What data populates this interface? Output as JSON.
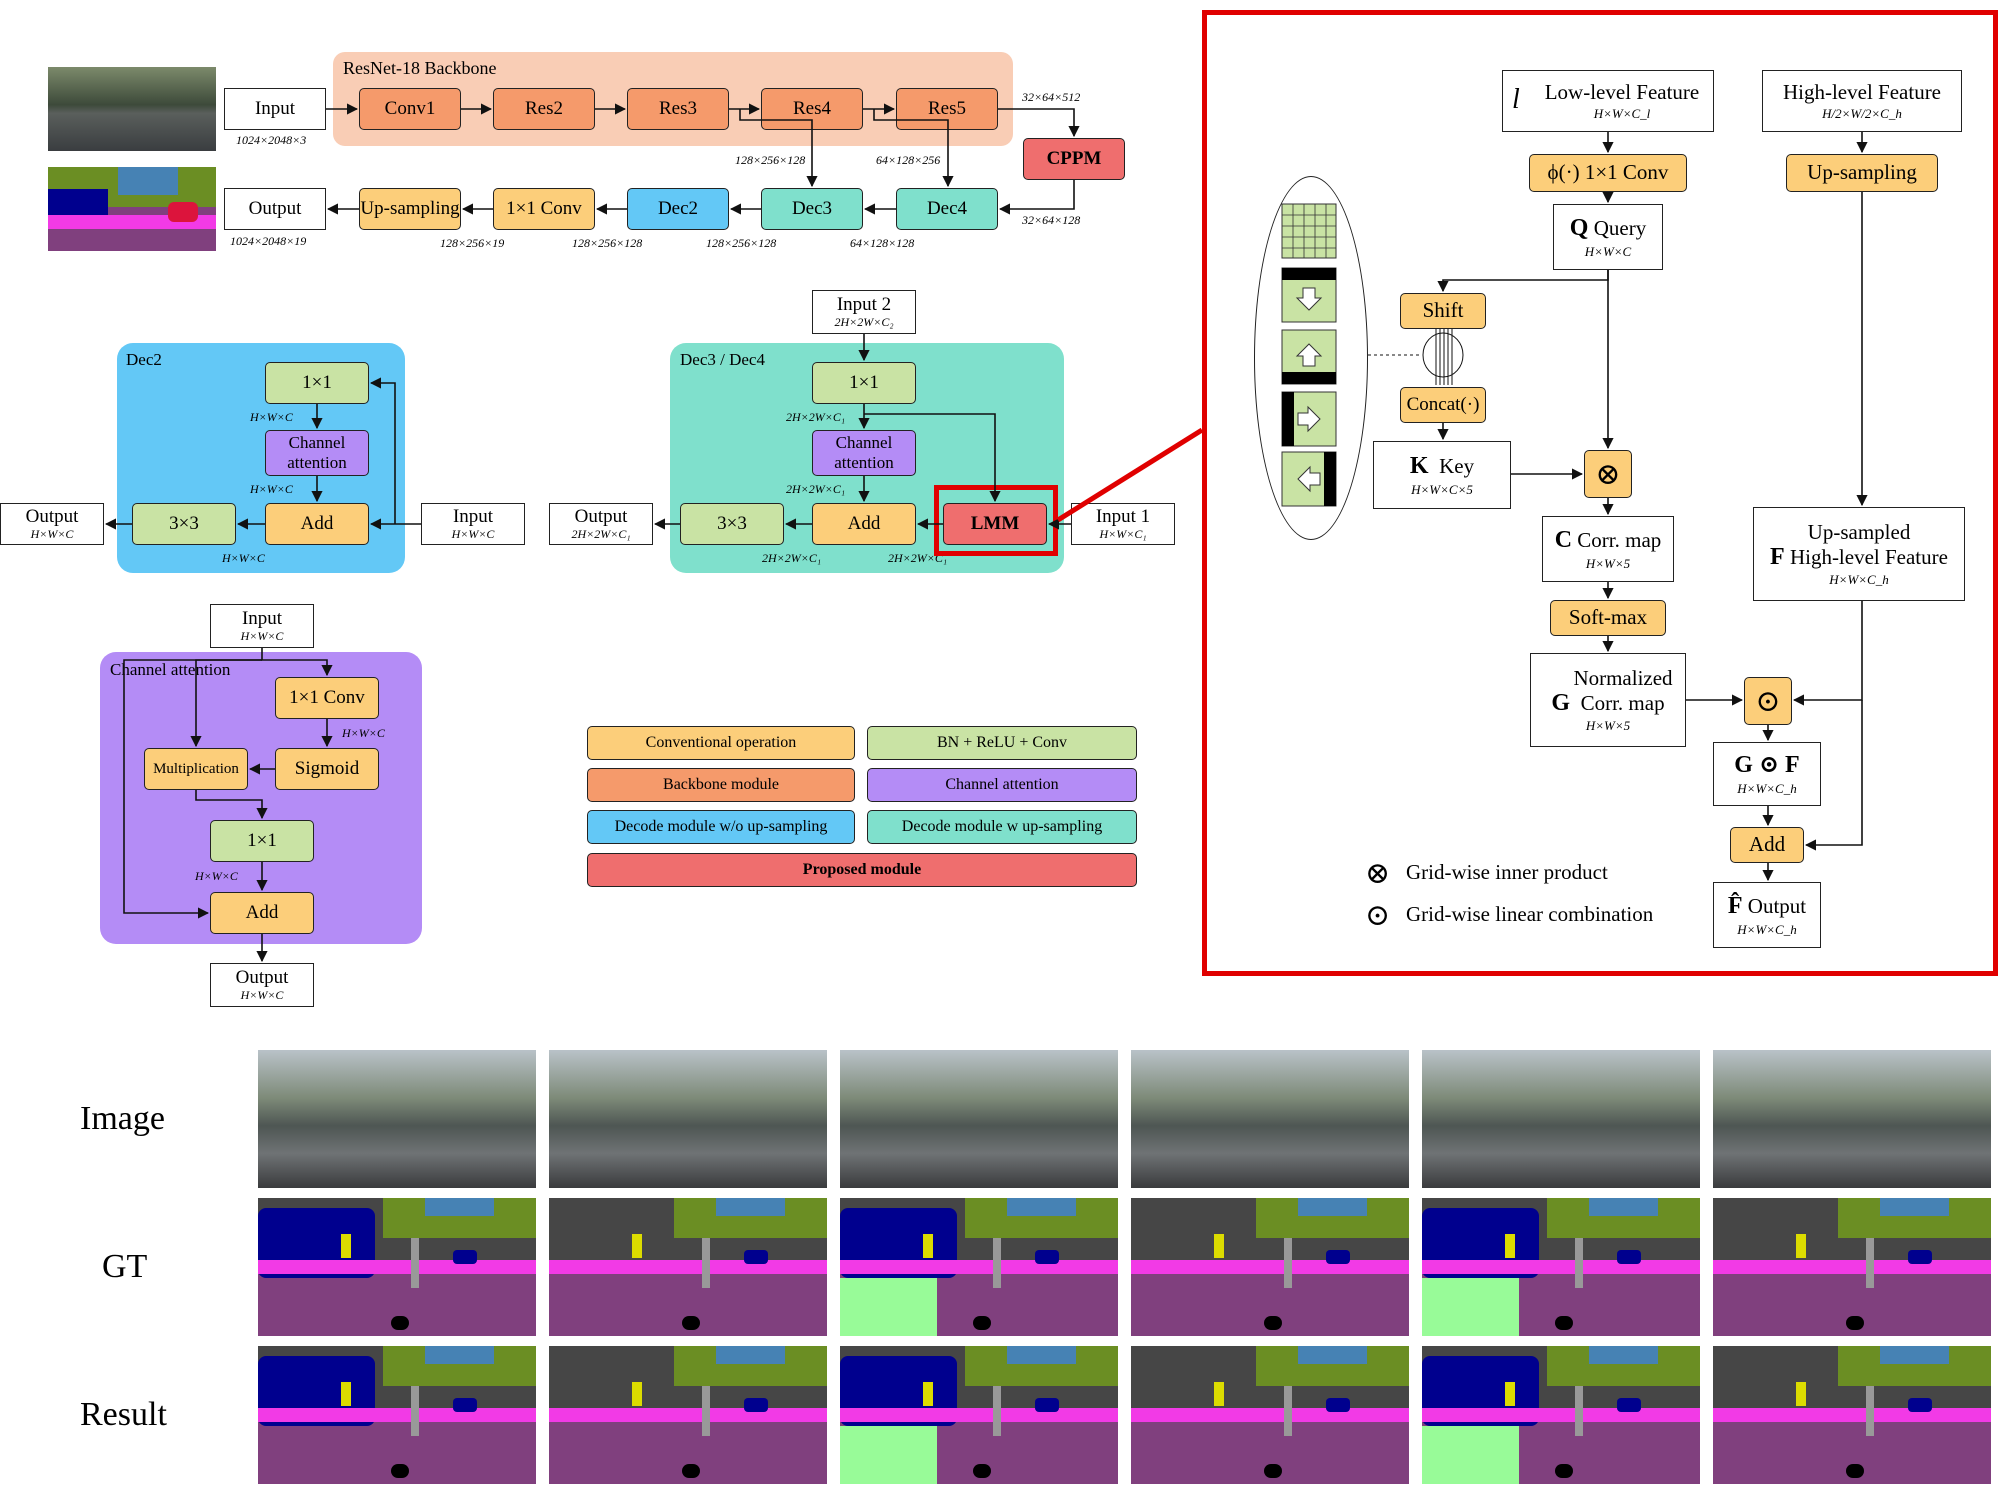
{
  "pipeline": {
    "backbone_title": "ResNet-18 Backbone",
    "input_label": "Input",
    "input_dim": "1024×2048×3",
    "conv1": "Conv1",
    "res2": "Res2",
    "res3": "Res3",
    "res4": "Res4",
    "res5": "Res5",
    "cppm": "CPPM",
    "output_label": "Output",
    "output_dim": "1024×2048×19",
    "upsampling": "Up-sampling",
    "conv1x1": "1×1 Conv",
    "dec2": "Dec2",
    "dec3": "Dec3",
    "dec4": "Dec4",
    "dims": {
      "res5_out": "32×64×512",
      "cppm_out": "32×64×128",
      "res4_skip": "64×128×256",
      "res3_skip": "128×256×128",
      "dec4_out": "64×128×128",
      "dec3_out": "128×256×128",
      "dec2_out": "128×256×128",
      "conv_out": "128×256×19"
    }
  },
  "dec2_panel": {
    "title": "Dec2",
    "conv": "1×1",
    "ca": "Channel attention",
    "add": "Add",
    "conv3": "3×3",
    "input": "Input",
    "input_dim": "H×W×C",
    "output": "Output",
    "output_dim": "H×W×C",
    "d1": "H×W×C",
    "d2": "H×W×C",
    "d3": "H×W×C"
  },
  "dec34_panel": {
    "title": "Dec3 / Dec4",
    "input2": "Input 2",
    "input2_dim": "2H×2W×C₂",
    "conv": "1×1",
    "ca": "Channel attention",
    "add": "Add",
    "conv3": "3×3",
    "lmm": "LMM",
    "input1": "Input 1",
    "input1_dim": "H×W×C₁",
    "output": "Output",
    "output_dim": "2H×2W×C₁",
    "d1": "2H×2W×C₁",
    "d2": "2H×2W×C₁",
    "d3": "2H×2W×C₁",
    "d4": "2H×2W×C₁"
  },
  "ca_panel": {
    "title": "Channel attention",
    "input": "Input",
    "input_dim": "H×W×C",
    "conv": "1×1 Conv",
    "d1": "H×W×C",
    "sigmoid": "Sigmoid",
    "mult": "Multiplication",
    "conv2": "1×1",
    "d2": "H×W×C",
    "add": "Add",
    "output": "Output",
    "output_dim": "H×W×C"
  },
  "legend": [
    {
      "label": "Conventional  operation",
      "color": "#fcce7a",
      "bold": false
    },
    {
      "label": "BN + ReLU + Conv",
      "color": "#c9e3a4",
      "bold": false
    },
    {
      "label": "Backbone module",
      "color": "#f59a6b",
      "bold": false
    },
    {
      "label": "Channel attention",
      "color": "#b48cf6",
      "bold": false
    },
    {
      "label": "Decode module w/o up-sampling",
      "color": "#63c8f6",
      "bold": false
    },
    {
      "label": "Decode module  w up-sampling",
      "color": "#7fe0cc",
      "bold": false
    },
    {
      "label": "Proposed module",
      "color": "#ef6e6e",
      "bold": true
    }
  ],
  "lmm": {
    "l_symbol": "l",
    "low_title": "Low-level Feature",
    "low_dim": "H×W×C_l",
    "high_title": "High-level Feature",
    "high_dim": "H/2×W/2×C_h",
    "phi_conv": "ϕ(·)  1×1 Conv",
    "upsampling": "Up-sampling",
    "q_symbol": "Q",
    "q_title": "Query",
    "q_dim": "H×W×C",
    "shift": "Shift",
    "concat": "Concat(·)",
    "k_symbol": "K",
    "k_title": "Key",
    "k_dim": "H×W×C×5",
    "c_symbol": "C",
    "c_title": "Corr. map",
    "c_dim": "H×W×5",
    "softmax": "Soft-max",
    "g_symbol": "G",
    "g_title1": "Normalized",
    "g_title2": "Corr. map",
    "g_dim": "H×W×5",
    "f_symbol": "F",
    "f_title1": "Up-sampled",
    "f_title2": "High-level Feature",
    "f_dim": "H×W×C_h",
    "gf_title": "G ⊙ F",
    "gf_dim": "H×W×C_h",
    "add": "Add",
    "out_symbol": "F̂",
    "out_title": "Output",
    "out_dim": "H×W×C_h",
    "legend_otimes": "Grid-wise inner product",
    "legend_odot": "Grid-wise linear combination"
  },
  "results": {
    "row_labels": [
      "Image",
      "GT",
      "Result"
    ],
    "colors": {
      "road": "#80407e",
      "sidewalk": "#f23ae6",
      "building": "#464646",
      "vegetation": "#6b8e23",
      "sky": "#4682b4",
      "car": "#00008e",
      "terrain": "#98fb98",
      "sign": "#dcdc00",
      "pole": "#999999",
      "person": "#dc143c"
    }
  }
}
